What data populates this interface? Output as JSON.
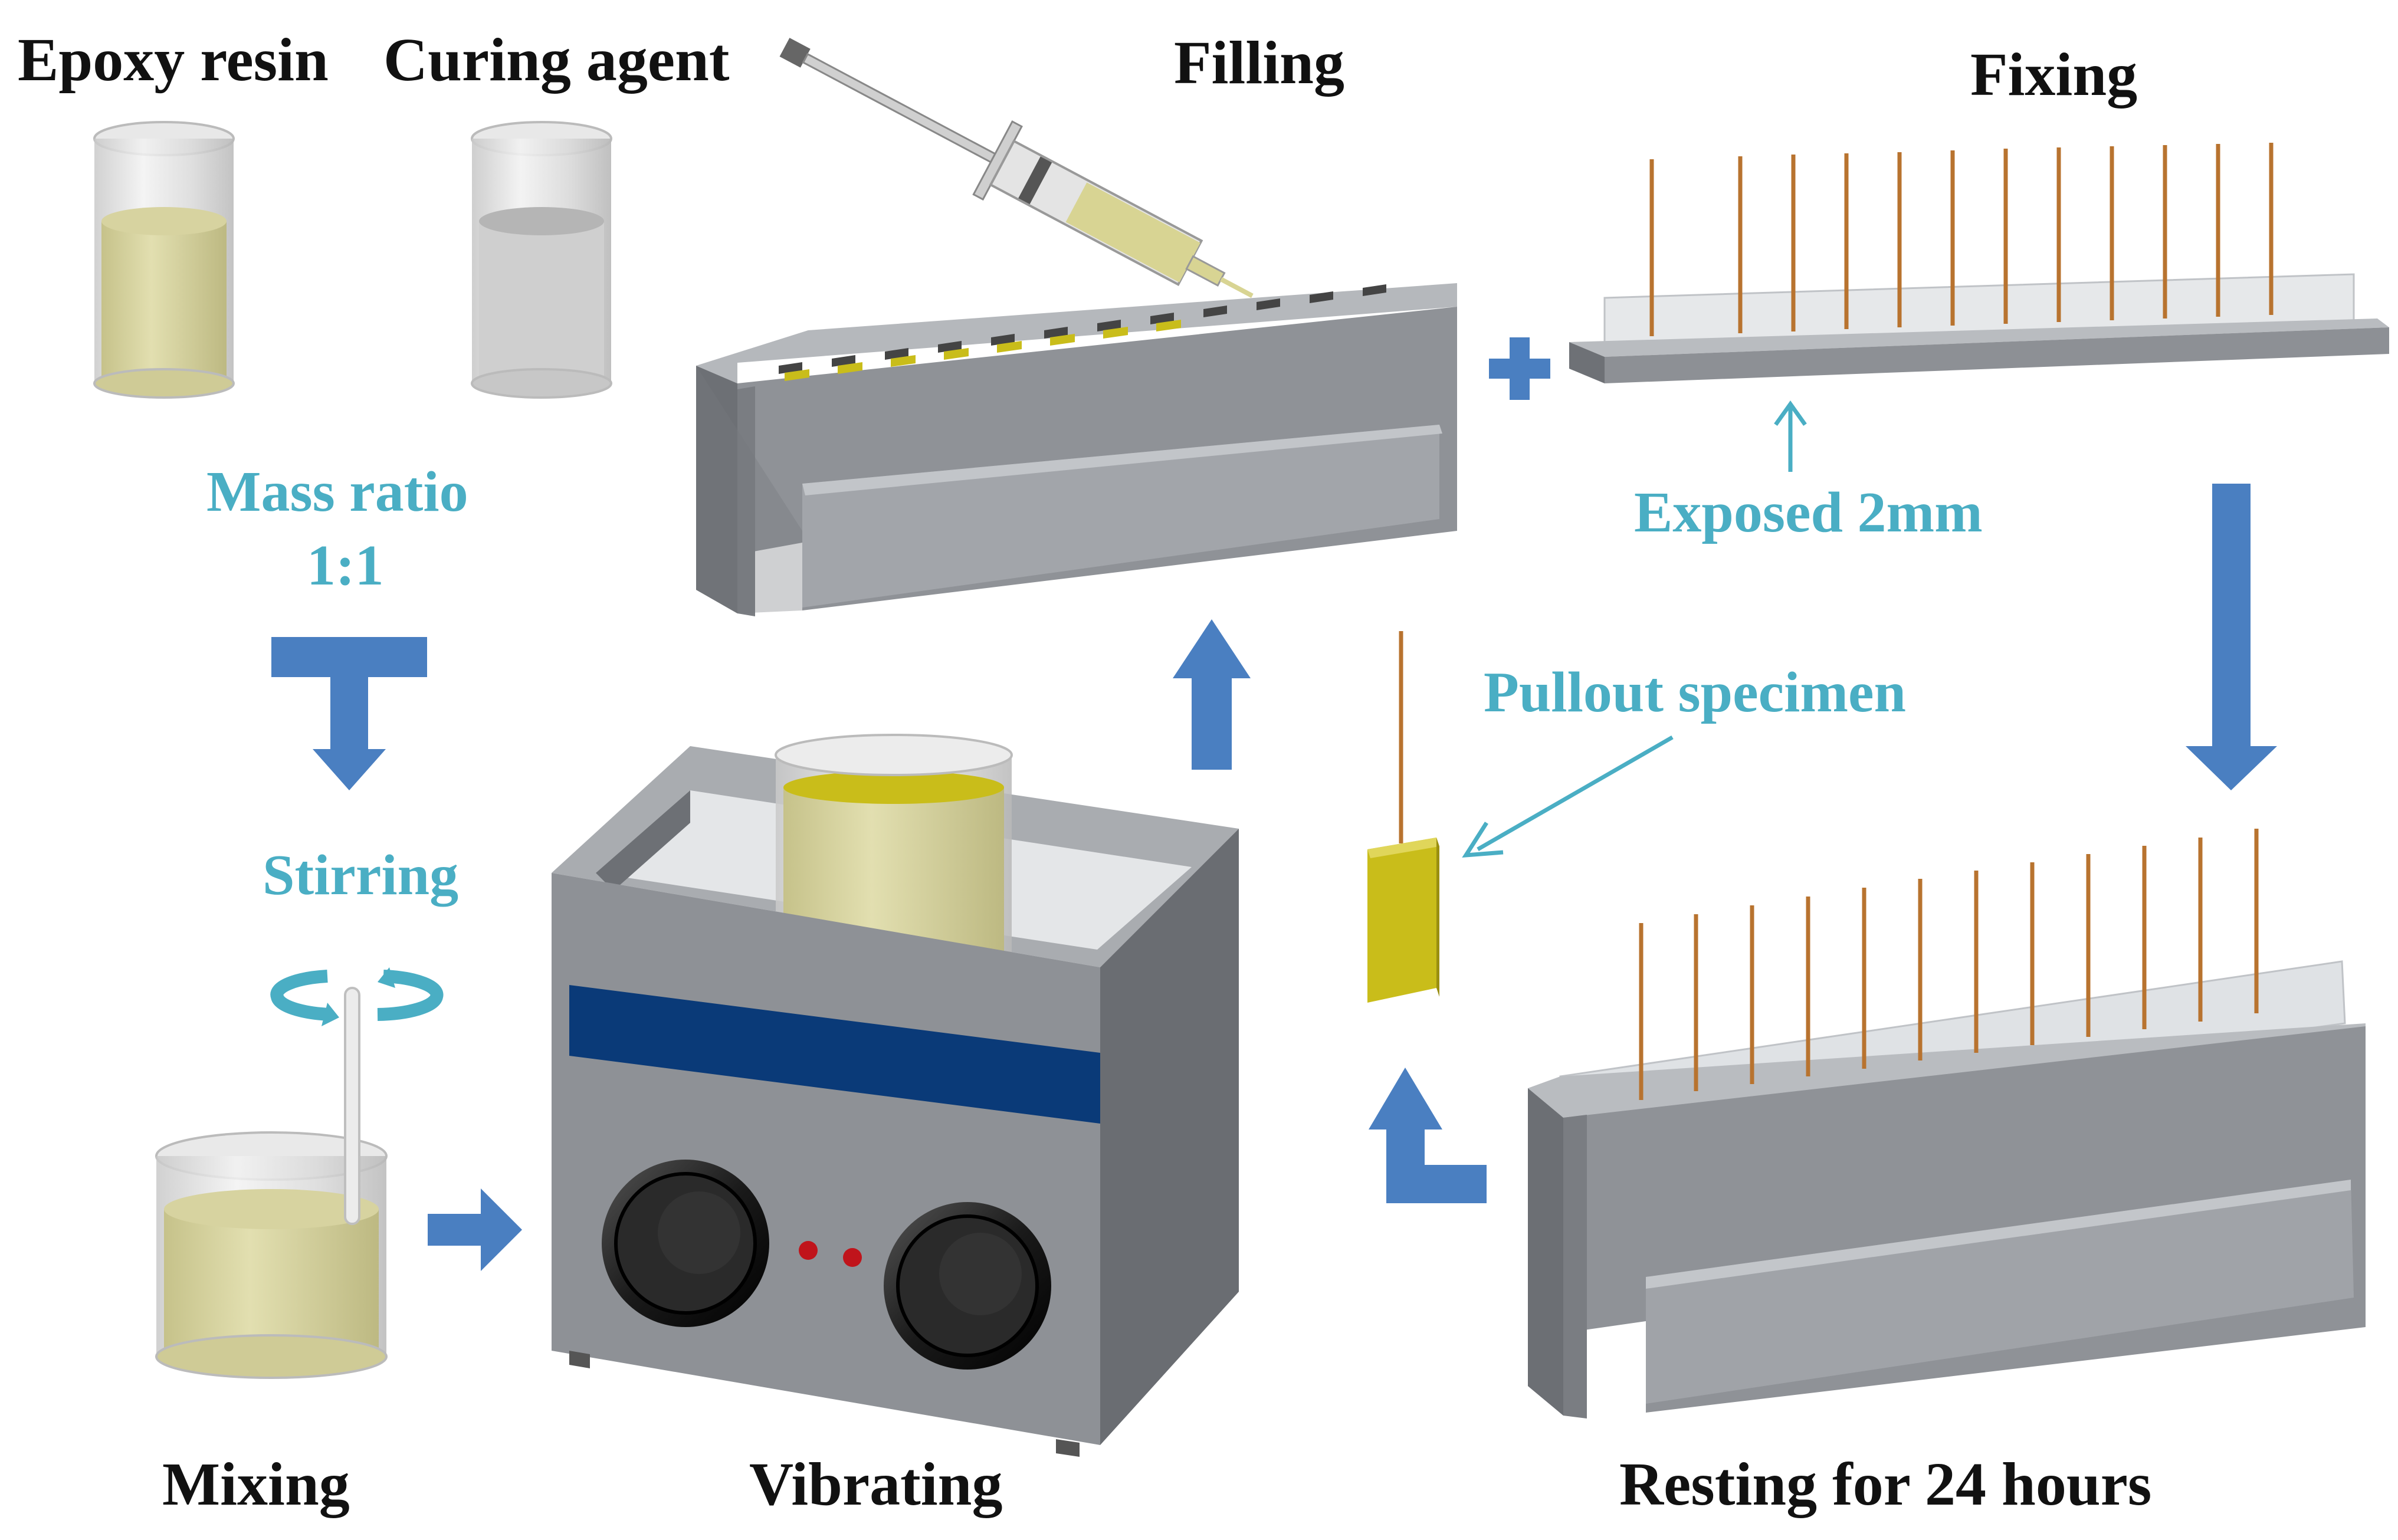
{
  "labels": {
    "epoxy_resin": "Epoxy resin",
    "curing_agent": "Curing agent",
    "filling": "Filling",
    "fixing": "Fixing",
    "mass_ratio_line1": "Mass ratio",
    "mass_ratio_line2": "1:1",
    "exposed": "Exposed 2mm",
    "pullout_specimen": "Pullout specimen",
    "stirring": "Stirring",
    "mixing": "Mixing",
    "vibrating": "Vibrating",
    "resting": "Resting for 24 hours"
  },
  "colors": {
    "arrow_blue": "#4a7fc1",
    "annotation_teal": "#4aaec4",
    "label_dark": "#111111",
    "resin_yellow": "#d8d49a",
    "mold_gray": "#8e9196",
    "fiber_copper": "#b8732f",
    "vibrator_band": "#0a3a78",
    "specimen_yellow": "#c9bd1a"
  },
  "icons": {
    "plus": "plus-icon",
    "stir": "rotate-arrows-icon",
    "syringe": "syringe-icon"
  }
}
